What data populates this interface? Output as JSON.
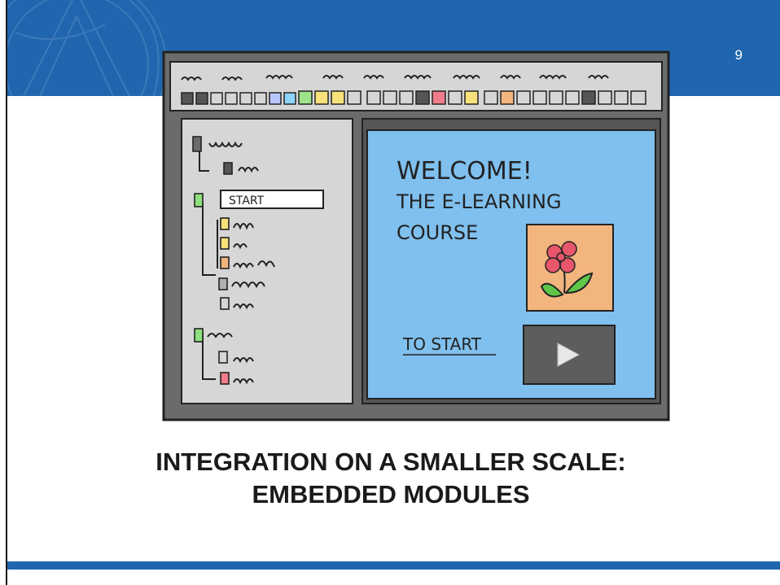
{
  "slide": {
    "page_number": "9",
    "title_line1": "INTEGRATION ON A SMALLER SCALE:",
    "title_line2": "EMBEDDED MODULES"
  },
  "sketch": {
    "tree_start_label": "START",
    "welcome_line1": "WELCOME!",
    "welcome_line2": "THE E-LEARNING",
    "welcome_line3": "COURSE",
    "to_start_label": "TO START",
    "play_icon": "play-icon",
    "image_icon": "flower-icon"
  },
  "colors": {
    "header": "#1f66ae",
    "window_frame": "#6b6b6b",
    "tree_pane": "#d6d6d6",
    "content_pane": "#7fc0ee",
    "image_bg": "#f2b57e",
    "play_button": "#5d5d5d",
    "flower": "#e7566a",
    "leaf": "#5fc64a"
  }
}
